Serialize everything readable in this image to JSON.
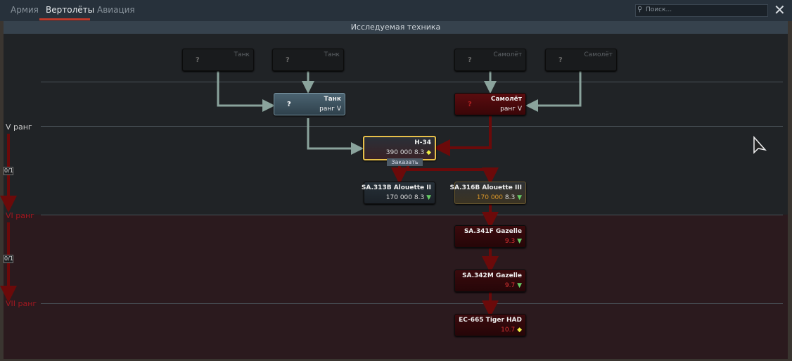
{
  "tabs": [
    {
      "label": "Армия"
    },
    {
      "label": "Вертолёты"
    },
    {
      "label": "Авиация"
    }
  ],
  "search": {
    "placeholder": "Поиск..."
  },
  "subheader": "Исследуемая техника",
  "ranks": [
    {
      "label": "V ранг"
    },
    {
      "label": "VI ранг"
    },
    {
      "label": "VII ранг"
    }
  ],
  "rank_progress": [
    "0/1",
    "0/1"
  ],
  "prereq": {
    "tank_locked_1": "Танк",
    "tank_locked_2": "Танк",
    "plane_locked_1": "Самолёт",
    "plane_locked_2": "Самолёт",
    "tank_rank": {
      "name": "Танк",
      "sub": "ранг V"
    },
    "plane_rank": {
      "name": "Самолёт",
      "sub": "ранг V"
    },
    "q": "?"
  },
  "vehicles": [
    {
      "name": "H-34",
      "cost": "390 000",
      "br": "8.3",
      "action": "Заказать"
    },
    {
      "name": "SA.313B Alouette II",
      "cost": "170 000",
      "br": "8.3"
    },
    {
      "name": "SA.316B Alouette III",
      "cost": "170 000",
      "br": "8.3"
    },
    {
      "name": "SA.341F Gazelle",
      "br": "9.3"
    },
    {
      "name": "SA.342M Gazelle",
      "br": "9.7"
    },
    {
      "name": "EC-665 Tiger HAD",
      "br": "10.7"
    }
  ],
  "colors": {
    "accent": "#c03a2a",
    "selected": "#e8c04a",
    "locked_path": "#6b0a0a",
    "path": "#8aa39c"
  }
}
